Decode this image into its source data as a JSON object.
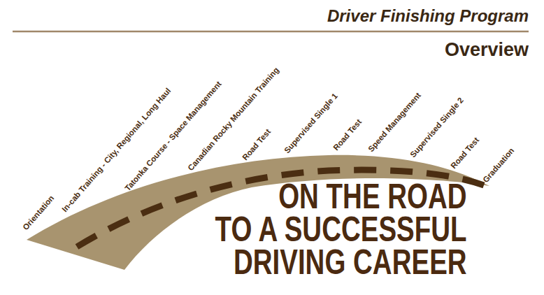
{
  "diagram": {
    "title": "Driver Finishing Program",
    "labels": [
      "Overview",
      "Orientation",
      "In-cab Training - City, Regional, Long Haul",
      "Tatonka Course - Space Management",
      "Canadian Rocky Mountain Training",
      "Road Test",
      "Supervised Single 1",
      "Road Test",
      "Speed Management",
      "Supervised Single 2",
      "Road Test",
      "Graduation",
      "ON THE ROAD TO A SUCCESSFUL DRIVING CAREER"
    ]
  }
}
